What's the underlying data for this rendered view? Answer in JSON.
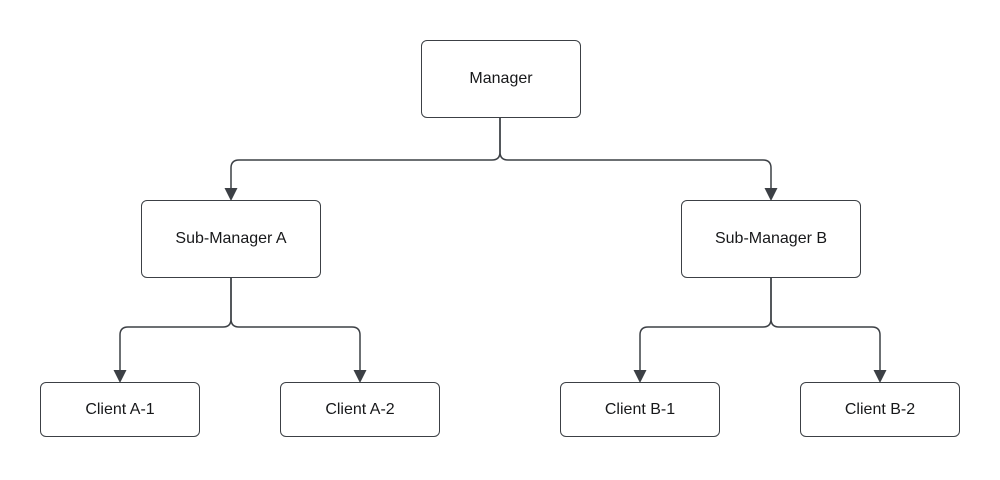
{
  "diagram": {
    "type": "org-chart",
    "nodes": [
      {
        "id": "manager",
        "label": "Manager"
      },
      {
        "id": "sub-manager-a",
        "label": "Sub-Manager A"
      },
      {
        "id": "sub-manager-b",
        "label": "Sub-Manager B"
      },
      {
        "id": "client-a1",
        "label": "Client A-1"
      },
      {
        "id": "client-a2",
        "label": "Client A-2"
      },
      {
        "id": "client-b1",
        "label": "Client B-1"
      },
      {
        "id": "client-b2",
        "label": "Client B-2"
      }
    ],
    "edges": [
      {
        "from": "manager",
        "to": "sub-manager-a"
      },
      {
        "from": "manager",
        "to": "sub-manager-b"
      },
      {
        "from": "sub-manager-a",
        "to": "client-a1"
      },
      {
        "from": "sub-manager-a",
        "to": "client-a2"
      },
      {
        "from": "sub-manager-b",
        "to": "client-b1"
      },
      {
        "from": "sub-manager-b",
        "to": "client-b2"
      }
    ],
    "colors": {
      "node_fill": "#ffffff",
      "node_border": "#3c4045",
      "connector": "#3c4045",
      "text": "#17181a",
      "background": "#ffffff"
    }
  }
}
